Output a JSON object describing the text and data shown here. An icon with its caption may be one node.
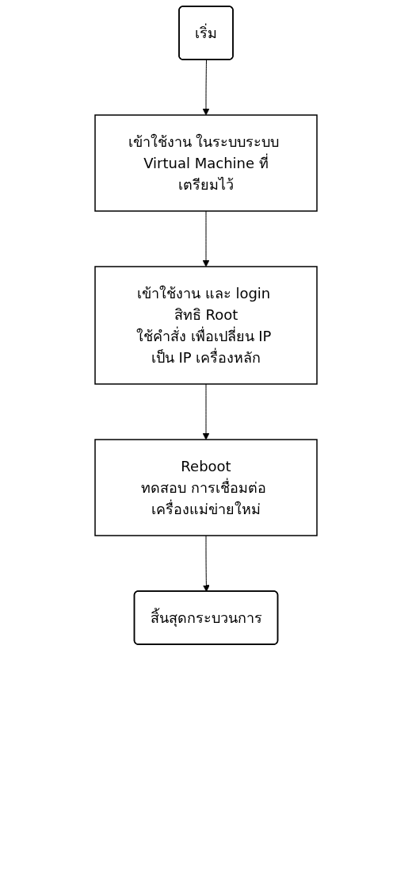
{
  "diagram": {
    "nodes": [
      {
        "text": [
          "เริ่ม"
        ]
      },
      {
        "text": [
          "เข้าใช้งาน ในระบบระบบ Virtual Machine ที่เตรียมไว้"
        ]
      },
      {
        "text": [
          "เข้าใช้งาน และ login สิทธิ Root",
          "ใช้คำสั่ง เพื่อเปลี่ยน IP เป็น IP เครื่องหลัก"
        ]
      },
      {
        "text": [
          "Reboot",
          "ทดสอบ การเชื่อมต่อ เครื่องแม่ข่ายใหม่"
        ]
      },
      {
        "text": [
          "สิ้นสุดกระบวนการ"
        ]
      }
    ],
    "edges": [
      {
        "from": 0,
        "to": 1,
        "arrow": "to"
      },
      {
        "from": 1,
        "to": 2,
        "arrow": "to"
      },
      {
        "from": 2,
        "to": 3,
        "arrow": "to"
      },
      {
        "from": 3,
        "to": 4,
        "arrow": "to"
      }
    ]
  }
}
